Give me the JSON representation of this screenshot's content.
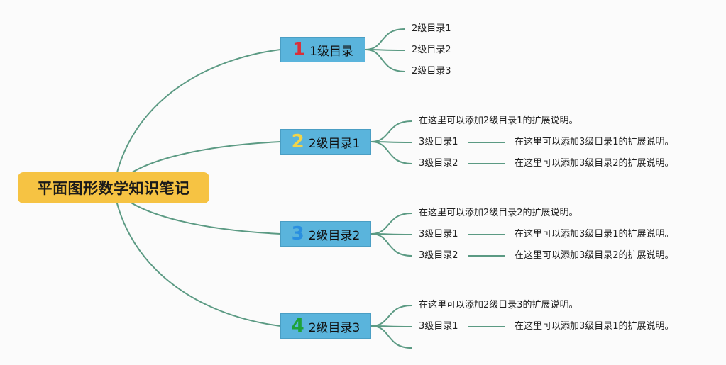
{
  "root": {
    "title": "平面图形数学知识笔记"
  },
  "colors": {
    "line": "#5b9a83",
    "root_fill": "#f6c343",
    "node_fill": "#5ab4dc",
    "badges": [
      "#d9303a",
      "#f2d44a",
      "#2a8fe0",
      "#1ea23a"
    ]
  },
  "branches": [
    {
      "badge": "1",
      "label": "1级目录",
      "children": [
        {
          "label": "2级目录1"
        },
        {
          "label": "2级目录2"
        },
        {
          "label": "2级目录3"
        }
      ]
    },
    {
      "badge": "2",
      "label": "2级目录1",
      "children": [
        {
          "label": "在这里可以添加2级目录1的扩展说明。"
        },
        {
          "label": "3级目录1",
          "note": "在这里可以添加3级目录1的扩展说明。"
        },
        {
          "label": "3级目录2",
          "note": "在这里可以添加3级目录2的扩展说明。"
        }
      ]
    },
    {
      "badge": "3",
      "label": "2级目录2",
      "children": [
        {
          "label": "在这里可以添加2级目录2的扩展说明。"
        },
        {
          "label": "3级目录1",
          "note": "在这里可以添加3级目录1的扩展说明。"
        },
        {
          "label": "3级目录2",
          "note": "在这里可以添加3级目录2的扩展说明。"
        }
      ]
    },
    {
      "badge": "4",
      "label": "2级目录3",
      "children": [
        {
          "label": "在这里可以添加2级目录3的扩展说明。"
        },
        {
          "label": "3级目录1",
          "note": "在这里可以添加3级目录1的扩展说明。"
        },
        {
          "label": ""
        }
      ]
    }
  ]
}
